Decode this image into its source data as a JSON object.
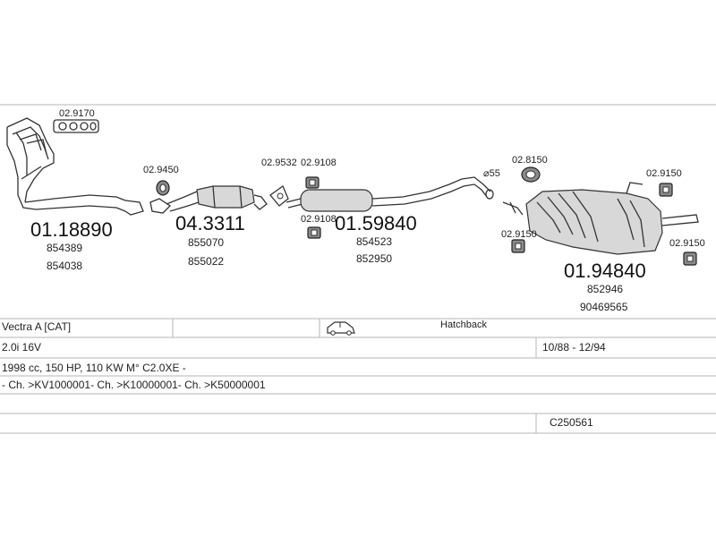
{
  "diagram": {
    "callouts": {
      "manifold_gasket": "02.9170",
      "manifold": "01.18890",
      "manifold_ref1": "854389",
      "manifold_ref2": "854038",
      "gasket_front": "02.9450",
      "catalyst": "04.3311",
      "catalyst_ref1": "855070",
      "catalyst_ref2": "855022",
      "flange_gasket": "02.9532",
      "hanger_top": "02.9108",
      "hanger_bottom": "02.9108",
      "middle_pipe": "01.59840",
      "middle_ref1": "854523",
      "middle_ref2": "852950",
      "pipe_diameter": "⌀55",
      "rear_clamp": "02.8150",
      "rear_hanger_left": "02.9150",
      "rear_hanger_right_top": "02.9150",
      "rear_hanger_right_bottom": "02.9150",
      "rear_silencer": "01.94840",
      "rear_ref1": "852946",
      "rear_ref2": "90469565"
    }
  },
  "spec_table": {
    "model": "Vectra A  [CAT]",
    "body_type": "Hatchback",
    "engine": "2.0i 16V",
    "production_dates": "10/88 - 12/94",
    "engine_details": "1998 cc, 150 HP, 110 KW M° C2.0XE -",
    "chassis_numbers": "- Ch. >KV1000001- Ch. >K10000001- Ch. >K50000001",
    "catalog_code": "C250561"
  },
  "icons": {
    "car": "hatchback-car-icon"
  }
}
